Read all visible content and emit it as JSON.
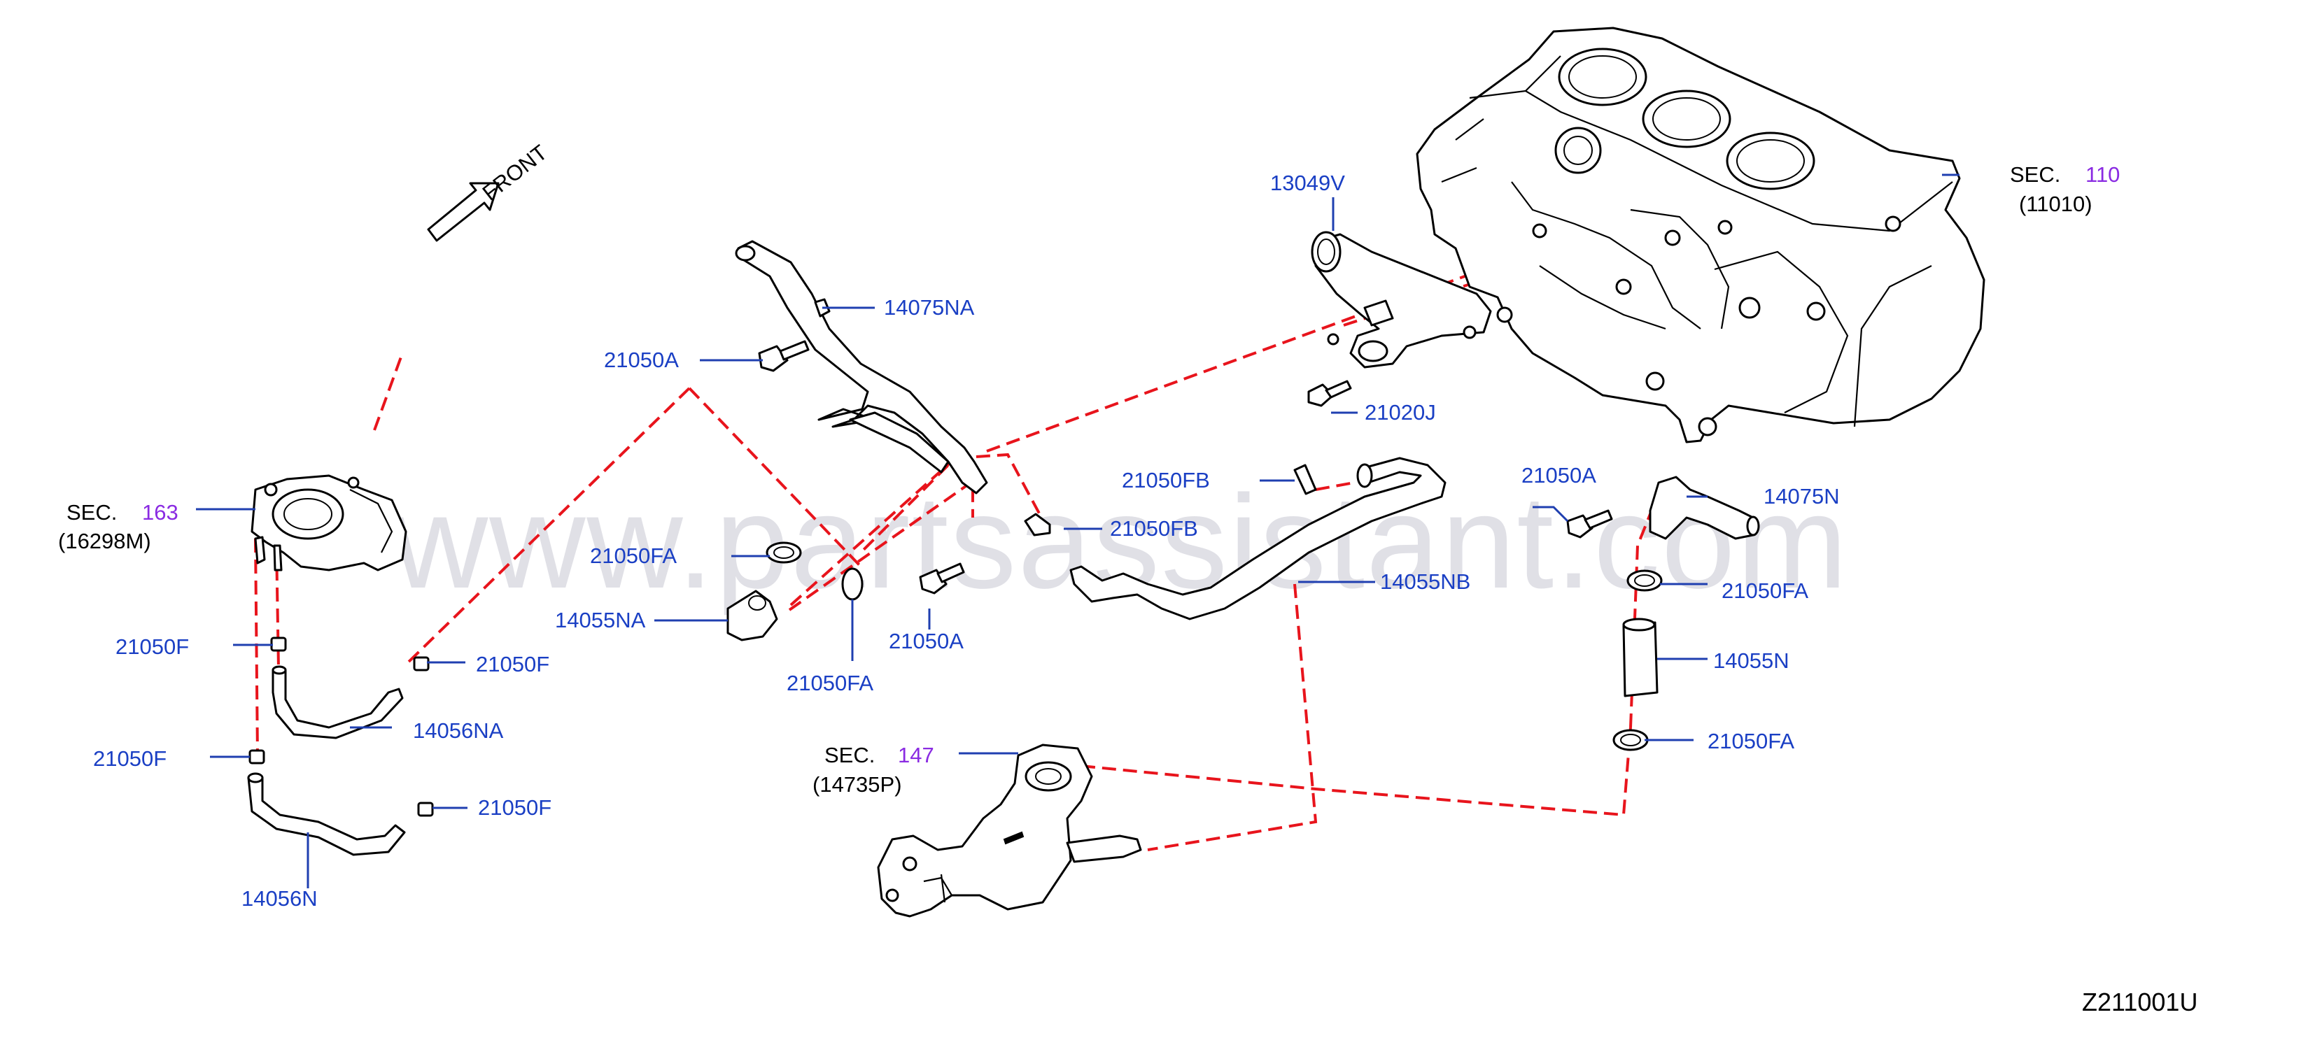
{
  "watermark": "www.partsassistant.com",
  "direction": {
    "label": "FRONT",
    "icon": "arrow-front-icon"
  },
  "diagram_id": "Z211001U",
  "section_refs": [
    {
      "prefix": "SEC.",
      "number": "110",
      "code": "(11010)"
    },
    {
      "prefix": "SEC.",
      "number": "163",
      "code": "(16298M)"
    },
    {
      "prefix": "SEC.",
      "number": "147",
      "code": "(14735P)"
    }
  ],
  "labels": [
    "13049V",
    "21020J",
    "14075NA",
    "21050A",
    "21050FB",
    "21050FB",
    "21050FA",
    "14055NA",
    "21050A",
    "21050FA",
    "14055NB",
    "21050A",
    "14075N",
    "21050FA",
    "14055N",
    "21050FA",
    "21050F",
    "21050F",
    "14056NA",
    "21050F",
    "21050F",
    "14056N"
  ],
  "colors": {
    "label": "#1a3fc4",
    "section_number": "#8a2be2",
    "dashed_line": "#e8141c",
    "linework": "#000000"
  }
}
